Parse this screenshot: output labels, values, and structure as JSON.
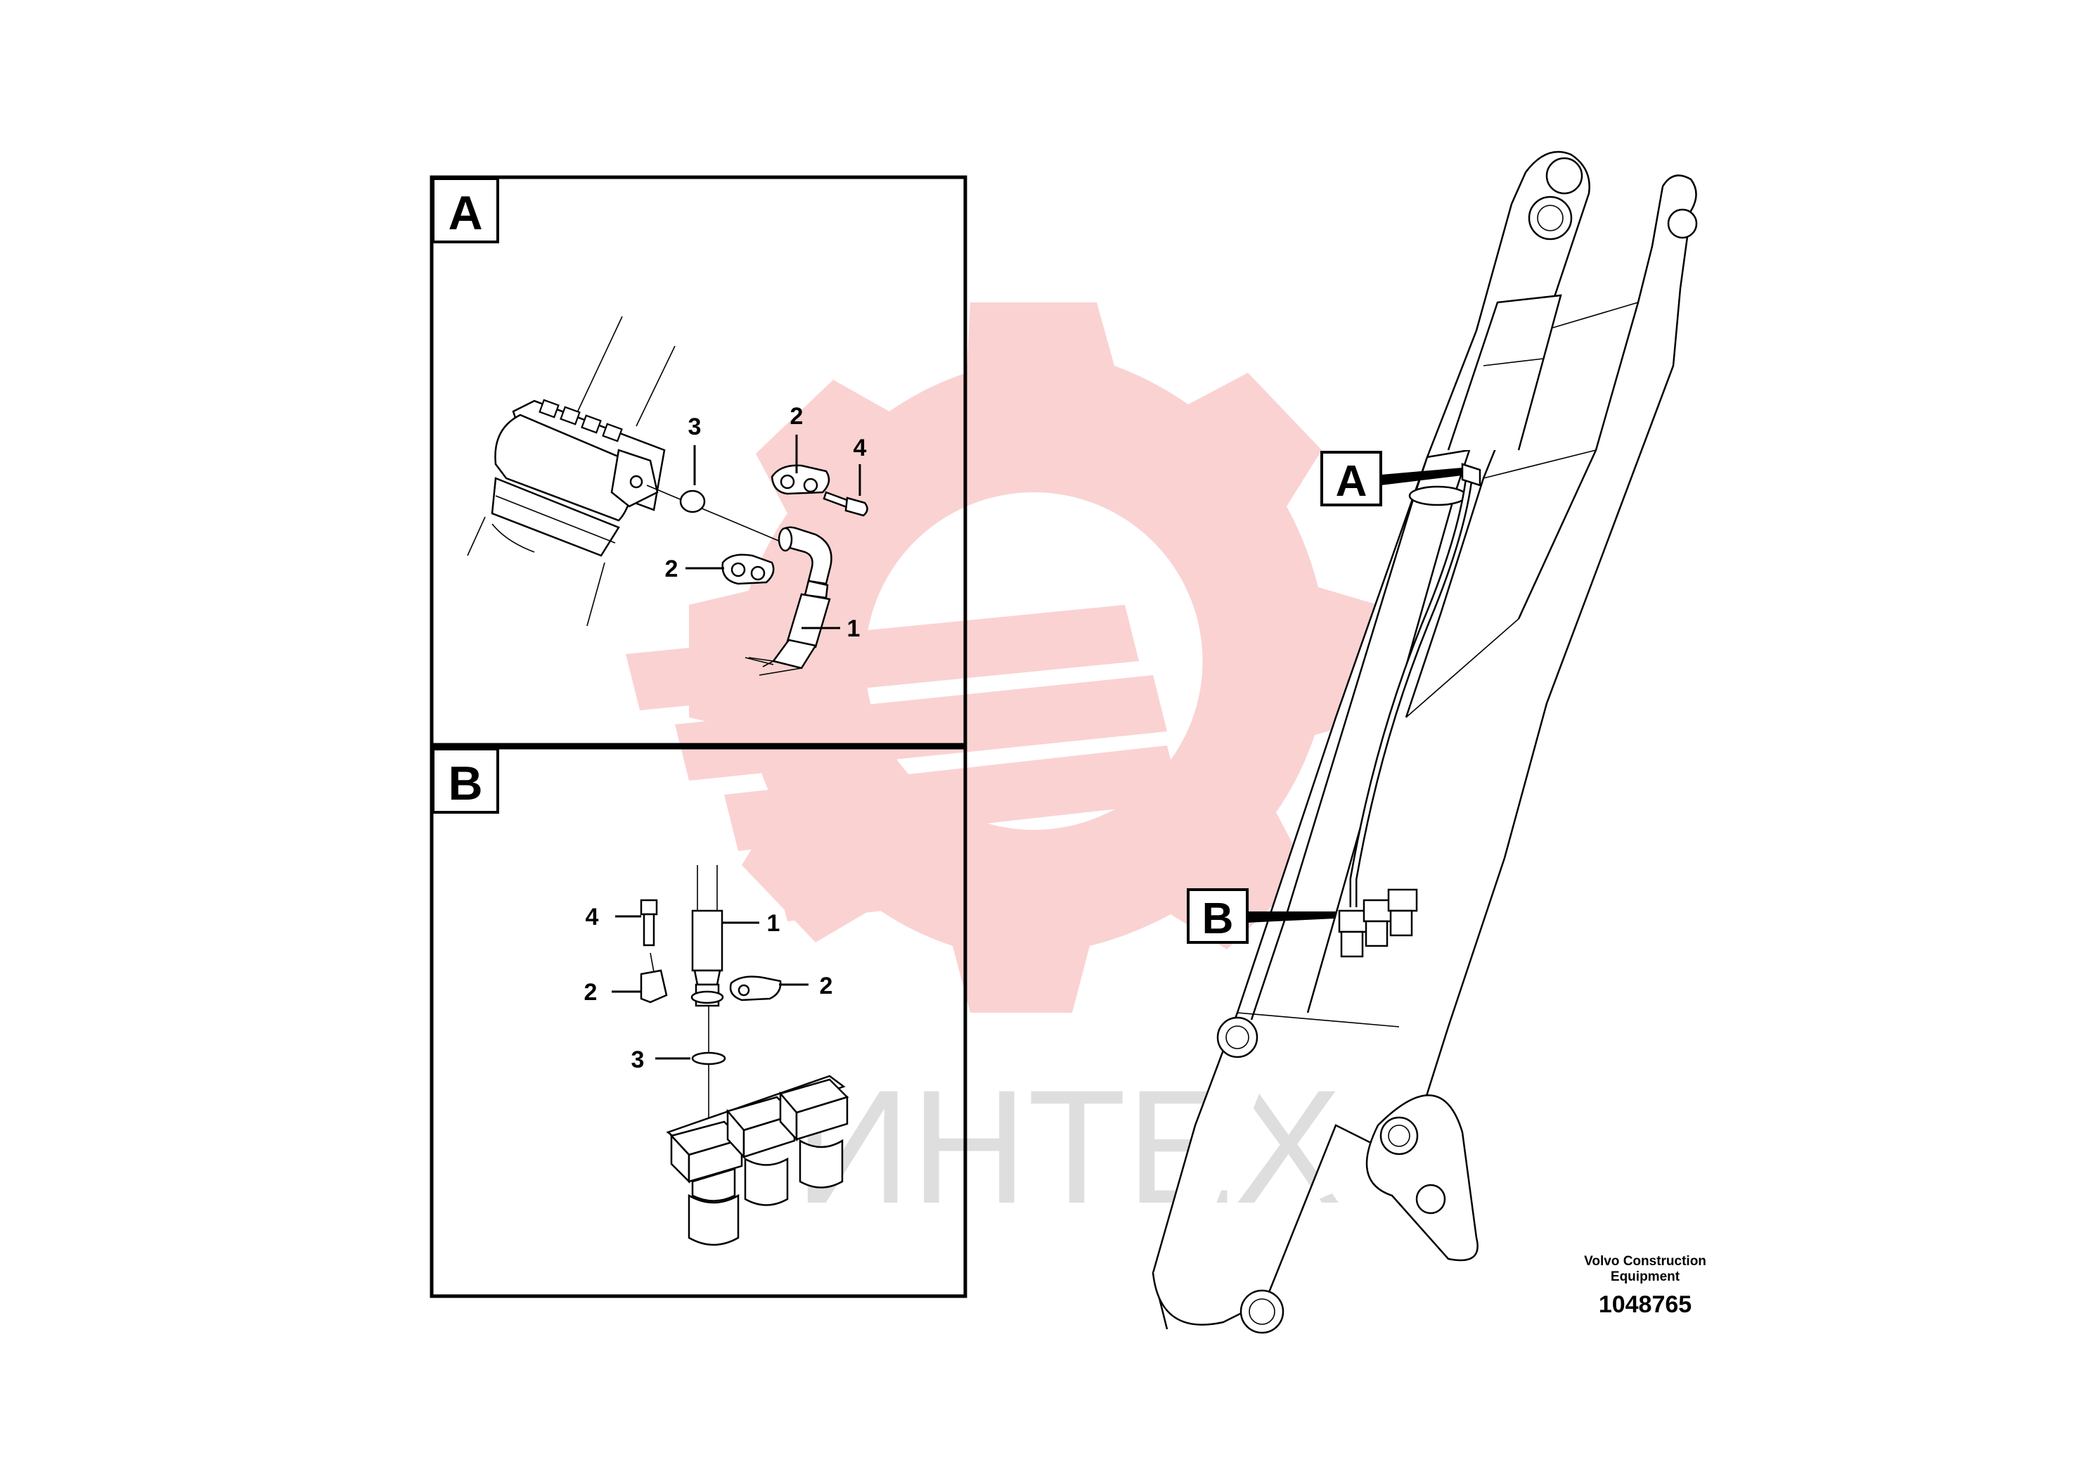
{
  "panel_a": {
    "tag": "A",
    "callouts": {
      "hose": "1",
      "clamp_top": "2",
      "clamp_left": "2",
      "o_ring": "3",
      "screw": "4"
    }
  },
  "panel_b": {
    "tag": "B",
    "callouts": {
      "screw": "4",
      "hose": "1",
      "clamp_left": "2",
      "clamp_right": "2",
      "o_ring": "3"
    }
  },
  "boom": {
    "marker_a": "A",
    "marker_b": "B"
  },
  "watermark": {
    "text": "ИНТЕХ",
    "color": "#f4a7a7"
  },
  "footer": {
    "company": "Volvo Construction",
    "company_line2": "Equipment",
    "drawing_number": "1048765"
  }
}
